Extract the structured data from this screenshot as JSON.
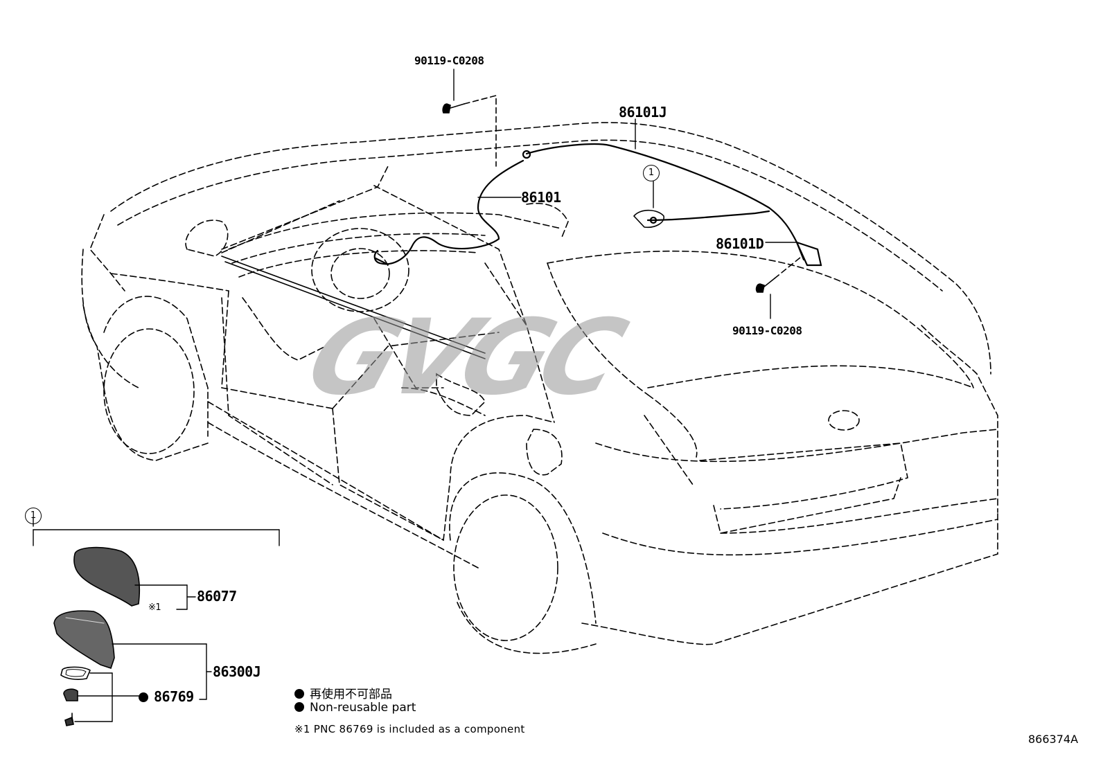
{
  "labels": {
    "bolt_top": "90119-C0208",
    "bolt_right": "90119-C0208",
    "cord_roof": "86101J",
    "cord_front": "86101",
    "cord_rear": "86101D",
    "antenna_cover": "86077",
    "antenna_assy": "86300J",
    "gasket": "86769",
    "note_mark": "※1",
    "callout_car": "1",
    "callout_inset": "1"
  },
  "legend": {
    "japanese": "再使用不可部品",
    "english": "Non-reusable part",
    "note": "※1 PNC 86769 is included as a component"
  },
  "watermark": "GVGC",
  "figure_code": "866374A",
  "colors": {
    "line": "#000000",
    "watermark": "#969696",
    "fill_dark": "#555555"
  }
}
